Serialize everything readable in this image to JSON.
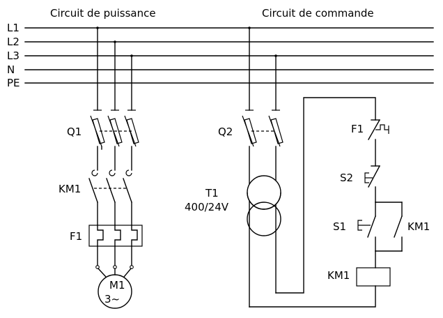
{
  "titles": {
    "power": "Circuit de puissance",
    "control": "Circuit de commande"
  },
  "buses": [
    "L1",
    "L2",
    "L3",
    "N",
    "PE"
  ],
  "power": {
    "q1": "Q1",
    "km1": "KM1",
    "f1": "F1",
    "motor_line1": "M1",
    "motor_line2": "3~"
  },
  "control": {
    "q2": "Q2",
    "t1_line1": "T1",
    "t1_line2": "400/24V",
    "f1": "F1",
    "s2": "S2",
    "s1": "S1",
    "km1_contact": "KM1",
    "km1_coil": "KM1"
  }
}
